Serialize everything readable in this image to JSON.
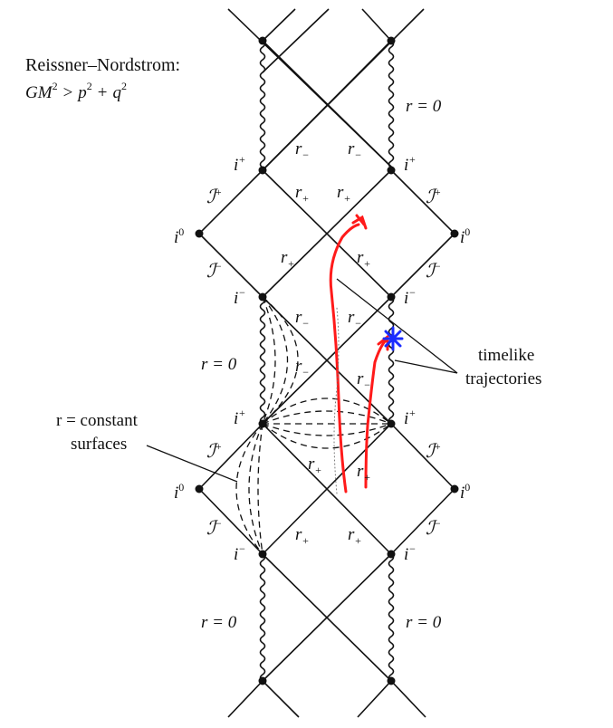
{
  "title": "Reissner–Nordstrom:",
  "condition": {
    "lhs": "GM",
    "lhs_exp": "2",
    "gt": ">",
    "p": "p",
    "p_exp": "2",
    "plus": "+",
    "q": "q",
    "q_exp": "2"
  },
  "r0": "r = 0",
  "r_minus": {
    "base": "r",
    "sub": "−"
  },
  "r_plus": {
    "base": "r",
    "sub": "+"
  },
  "i_plus": {
    "base": "i",
    "sup": "+"
  },
  "i_minus": {
    "base": "i",
    "sup": "−"
  },
  "i_zero": {
    "base": "i",
    "sup": "0"
  },
  "scri_plus": {
    "base": "ℐ",
    "sup": "+"
  },
  "scri_minus": {
    "base": "ℐ",
    "sup": "−"
  },
  "annotations": {
    "r_const_line1": "r = constant",
    "r_const_line2": "surfaces",
    "timelike_line1": "timelike",
    "timelike_line2": "trajectories"
  },
  "colors": {
    "ink": "#111111",
    "trajectory": "#ff1a1a",
    "marker": "#1a2cff"
  }
}
